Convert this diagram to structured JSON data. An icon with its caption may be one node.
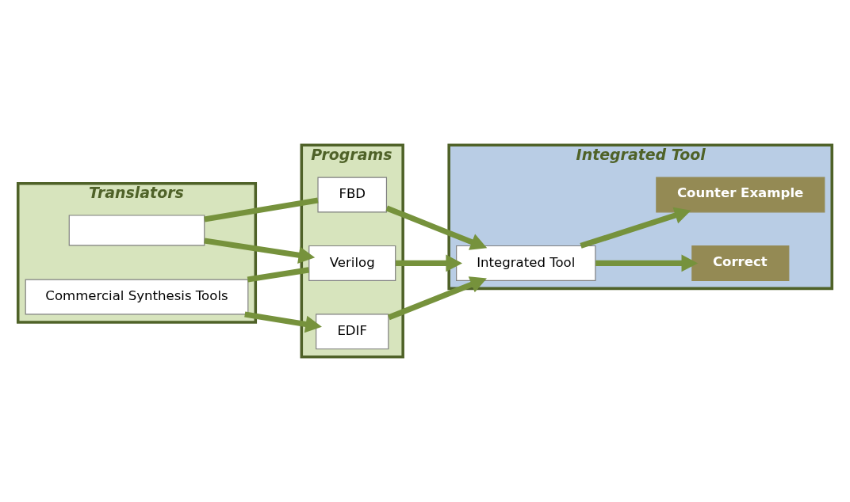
{
  "diagram": {
    "nodes": [
      {
        "text": [
          "Translators"
        ]
      },
      {
        "text": [
          "Programs"
        ]
      },
      {
        "text": [
          "Integrated Tool"
        ]
      },
      {
        "text": [],
        "shape": "box",
        "in": 0
      },
      {
        "text": [
          "Commercial Synthesis Tools"
        ],
        "in": 0
      },
      {
        "text": [
          "FBD"
        ],
        "in": 1
      },
      {
        "text": [
          "Verilog"
        ],
        "in": 1
      },
      {
        "text": [
          "EDIF"
        ],
        "in": 1
      },
      {
        "text": [
          "Integrated Tool"
        ],
        "in": 2
      },
      {
        "text": [
          "Correct"
        ],
        "in": 2
      },
      {
        "text": [
          "Counter Example"
        ],
        "in": 2
      }
    ],
    "edges": [
      {
        "from": 5,
        "to": 3,
        "arrow": "none"
      },
      {
        "from": 3,
        "to": 6,
        "arrow": "to"
      },
      {
        "from": 6,
        "to": 4,
        "arrow": "none"
      },
      {
        "from": 4,
        "to": 7,
        "arrow": "to"
      },
      {
        "from": 5,
        "to": 8,
        "arrow": "to"
      },
      {
        "from": 6,
        "to": 8,
        "arrow": "to"
      },
      {
        "from": 7,
        "to": 8,
        "arrow": "to"
      },
      {
        "from": 8,
        "to": 9,
        "arrow": "to"
      },
      {
        "from": 8,
        "to": 10,
        "arrow": "to"
      }
    ]
  }
}
